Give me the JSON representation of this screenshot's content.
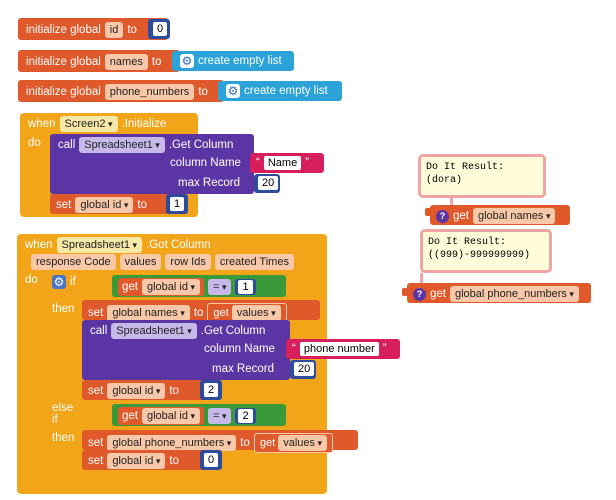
{
  "globals": [
    {
      "keyword": "initialize global",
      "name": "id",
      "to": "to",
      "value": "0"
    },
    {
      "keyword": "initialize global",
      "name": "names",
      "to": "to",
      "value": "create empty list"
    },
    {
      "keyword": "initialize global",
      "name": "phone_numbers",
      "to": "to",
      "value": "create empty list"
    }
  ],
  "when1": {
    "when": "when",
    "component": "Screen2",
    "event": ".Initialize",
    "do": "do",
    "call": "call",
    "call_component": "Spreadsheet1",
    "method": ".Get Column",
    "column_name_label": "column Name",
    "column_name_value": "Name",
    "max_record_label": "max Record",
    "max_record_value": "20",
    "set": "set",
    "set_var": "global id",
    "to": "to",
    "set_value": "1"
  },
  "when2": {
    "when": "when",
    "component": "Spreadsheet1",
    "event": ".Got Column",
    "params": [
      "response Code",
      "values",
      "row Ids",
      "created Times"
    ],
    "do": "do",
    "if": "if",
    "then": "then",
    "else_if": "else if",
    "get": "get",
    "set": "set",
    "to": "to",
    "call": "call",
    "eq": "=",
    "if_var": "global id",
    "if_value": "1",
    "set_names_var": "global names",
    "values_var": "values",
    "call_component": "Spreadsheet1",
    "method": ".Get Column",
    "column_name_label": "column Name",
    "column_name_value": "phone number",
    "max_record_label": "max Record",
    "max_record_value": "20",
    "set_id_var": "global id",
    "set_id_value_1": "2",
    "elseif_var": "global id",
    "elseif_value": "2",
    "set_phones_var": "global phone_numbers",
    "set_id_value_2": "0"
  },
  "results": [
    {
      "title": "Do It Result:",
      "value": "(dora)",
      "get": "get",
      "var": "global names"
    },
    {
      "title": "Do It Result:",
      "value": "((999)-999999999)",
      "get": "get",
      "var": "global phone_numbers"
    }
  ],
  "colors": {
    "variables": "#e0592a",
    "lists": "#2ba3d8",
    "procedures": "#5b35a4",
    "logic": "#3a9a3a",
    "text": "#d81f5d",
    "math": "#2d4c9c",
    "control": "#f2a519"
  }
}
